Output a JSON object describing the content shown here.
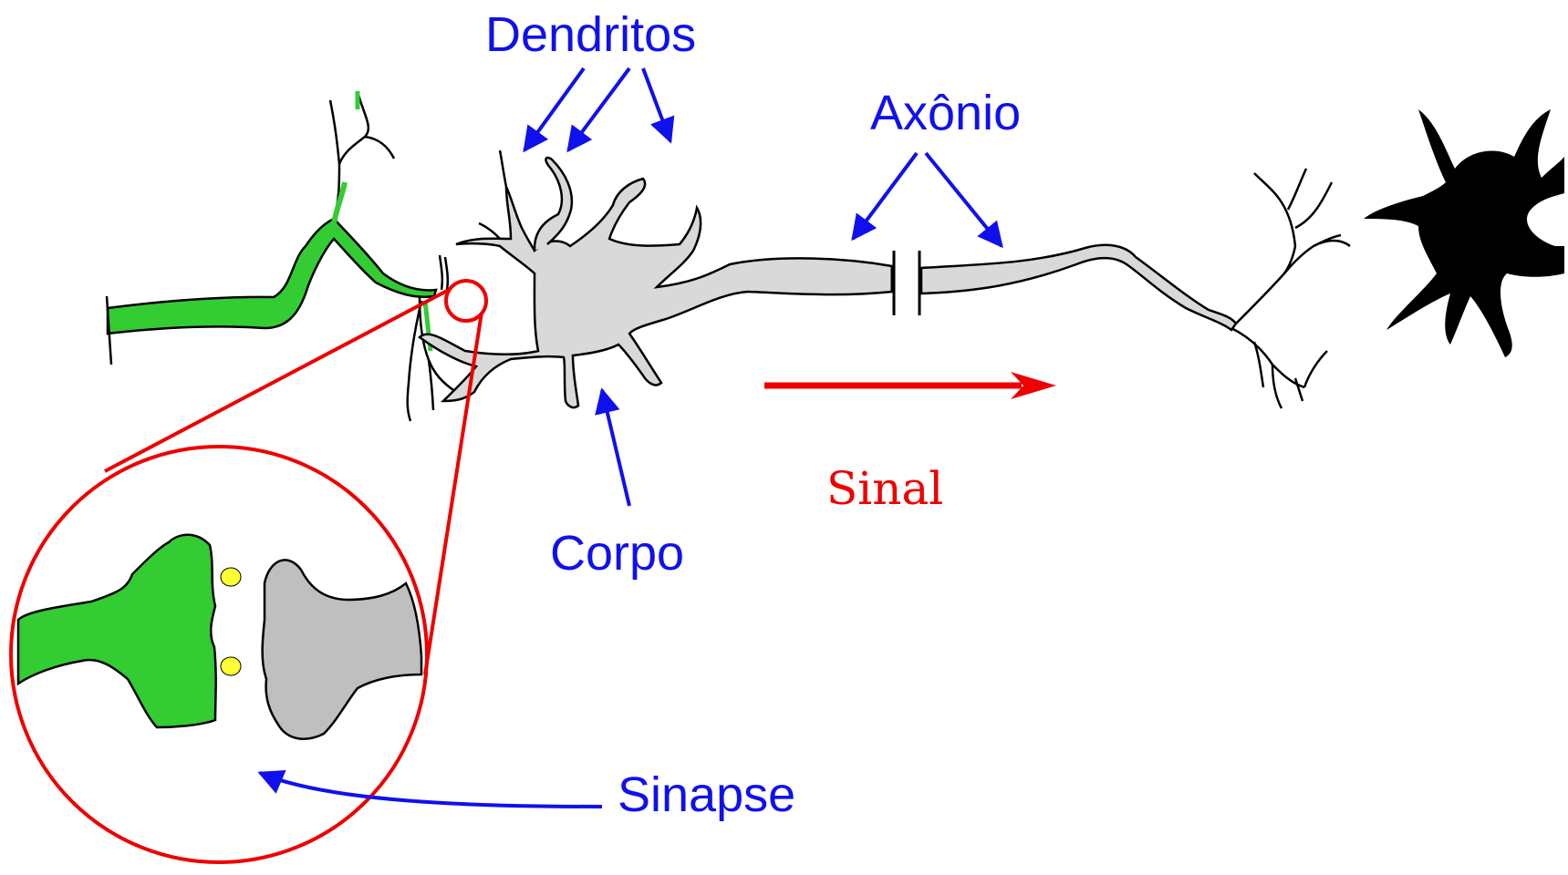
{
  "labels": {
    "dendrites": "Dendritos",
    "axon": "Axônio",
    "body": "Corpo",
    "signal": "Sinal",
    "synapse": "Sinapse"
  },
  "colors": {
    "label": "#1010ee",
    "signal": "#ee0000",
    "zoom": "#ee0000",
    "presynaptic": "#33cc33",
    "postsynaptic": "#bfbfbf",
    "neuron_fill": "#d9d9d9",
    "target_cell": "#000000",
    "vesicle": "#ffff33",
    "outline": "#000000"
  },
  "icons": {
    "signal_direction": "right-arrow"
  }
}
